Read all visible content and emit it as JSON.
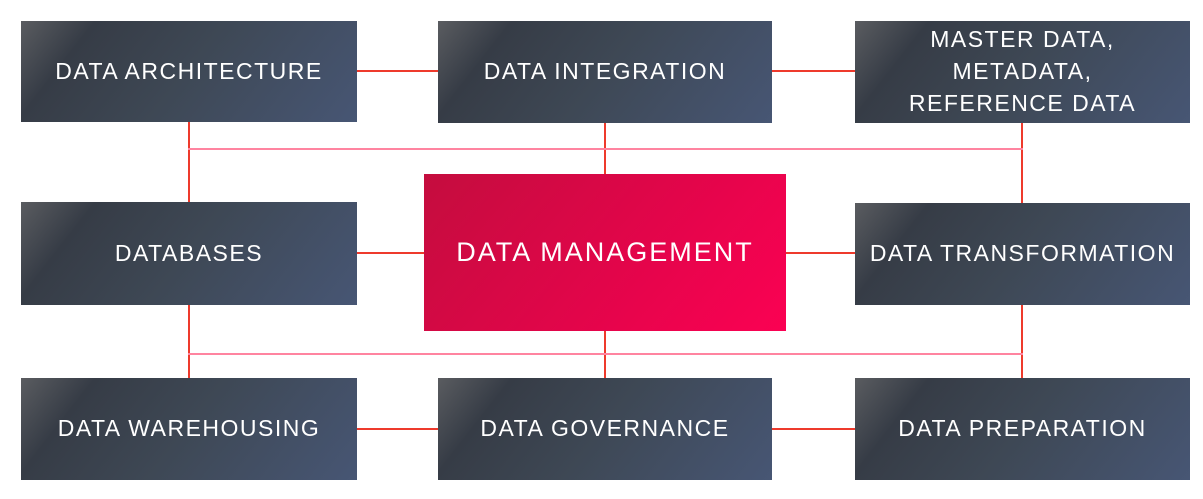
{
  "center": {
    "id": "data-management",
    "label": "DATA MANAGEMENT"
  },
  "nodes": [
    {
      "id": "data-architecture",
      "label": "DATA ARCHITECTURE"
    },
    {
      "id": "data-integration",
      "label": "DATA INTEGRATION"
    },
    {
      "id": "master-data-metadata-reference-data",
      "label": "MASTER DATA, METADATA, REFERENCE DATA",
      "lines": [
        "MASTER DATA,",
        "METADATA,",
        "REFERENCE DATA"
      ]
    },
    {
      "id": "databases",
      "label": "DATABASES"
    },
    {
      "id": "data-transformation",
      "label": "DATA TRANSFORMATION"
    },
    {
      "id": "data-warehousing",
      "label": "DATA WAREHOUSING"
    },
    {
      "id": "data-governance",
      "label": "DATA GOVERNANCE"
    },
    {
      "id": "data-preparation",
      "label": "DATA PREPARATION"
    }
  ],
  "colors": {
    "connector_red": "#ee3a2c",
    "connector_pink": "#ff84a0",
    "node_text": "#ffffff",
    "node_dark": "#363c46",
    "node_light": "#475674",
    "center_start": "#c40d3e",
    "center_end": "#fb0153"
  }
}
